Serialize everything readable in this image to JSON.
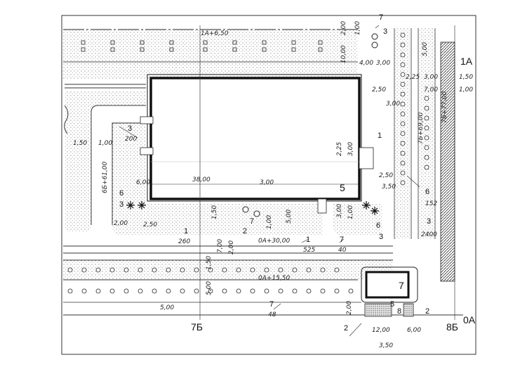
{
  "axes": {
    "a1": "1А",
    "oa": "0А",
    "b7": "7Б",
    "b8": "8Б"
  },
  "building": {
    "number": "5",
    "length": "38,00"
  },
  "kiosk": {
    "number": "7"
  },
  "elevations": {
    "top": "1А+6,50",
    "left": "6Б+61,00",
    "right1": "7Б+69,00",
    "right2": "7Б+77,00",
    "mid": "0А+30,00",
    "lower": "0А+15,50"
  },
  "dims": {
    "d200": "2,00",
    "d100": "1,00",
    "d1000": "10,00",
    "d400": "4,00",
    "d300": "3,00",
    "d500": "5,00",
    "d225": "2,25",
    "d250": "2,50",
    "d150": "1,50",
    "d350": "3,50",
    "d1200": "12,00",
    "d600": "6,00",
    "d700": "7,00"
  },
  "callouts": {
    "c3": "3",
    "c200": "200",
    "c6": "6",
    "c152": "152",
    "c2400": "2400",
    "c1": "1",
    "c525": "525",
    "c7": "7",
    "c40": "40",
    "c260": "260",
    "c2": "2",
    "c48": "48",
    "c8": "8",
    "c5": "5"
  }
}
